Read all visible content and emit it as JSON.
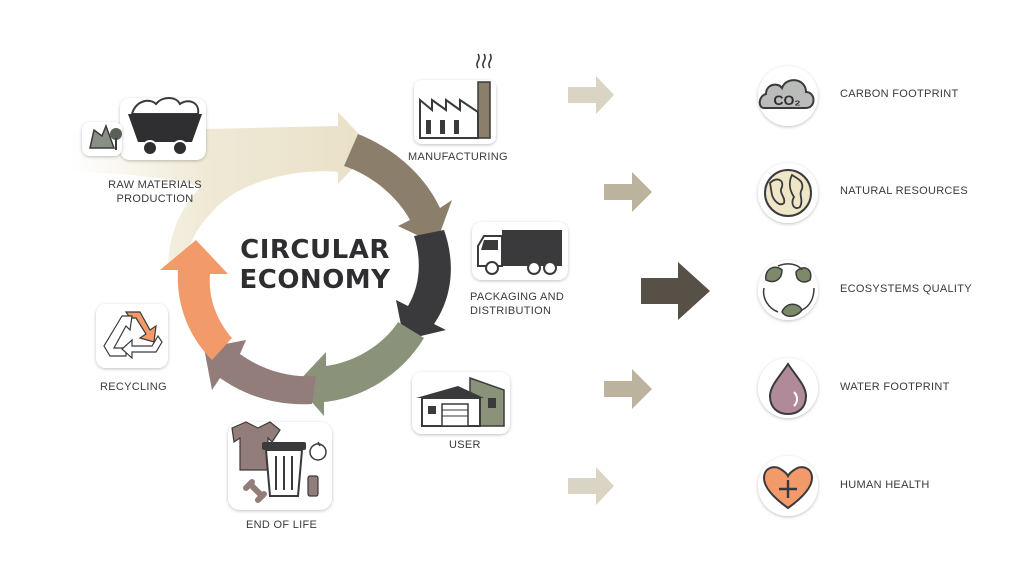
{
  "center": {
    "line1": "CIRCULAR",
    "line2": "ECONOMY"
  },
  "stages": [
    {
      "id": "raw-materials",
      "line1": "RAW MATERIALS",
      "line2": "PRODUCTION"
    },
    {
      "id": "manufacturing",
      "line1": "MANUFACTURING"
    },
    {
      "id": "packaging",
      "line1": "PACKAGING AND",
      "line2": "DISTRIBUTION"
    },
    {
      "id": "user",
      "line1": "USER"
    },
    {
      "id": "end-of-life",
      "line1": "END OF LIFE"
    },
    {
      "id": "recycling",
      "line1": "RECYCLING"
    }
  ],
  "impacts": [
    {
      "id": "carbon",
      "label": "CARBON FOOTPRINT",
      "icon": "co2-cloud-icon",
      "icon_text": "CO₂"
    },
    {
      "id": "resources",
      "label": "NATURAL RESOURCES",
      "icon": "globe-icon"
    },
    {
      "id": "ecosystems",
      "label": "ECOSYSTEMS QUALITY",
      "icon": "leaves-cycle-icon"
    },
    {
      "id": "water",
      "label": "WATER FOOTPRINT",
      "icon": "water-drop-icon"
    },
    {
      "id": "health",
      "label": "HUMAN HEALTH",
      "icon": "heart-plus-icon"
    }
  ],
  "colors": {
    "cream": "#e9e0c7",
    "taupe": "#8b7f6c",
    "charcoal": "#3a3a3c",
    "sage": "#8a9379",
    "mauve": "#927d7b",
    "peach": "#f39a6a",
    "arrow_light": "#d9d4c3",
    "arrow_mid": "#bcb39f",
    "arrow_dark": "#575046"
  }
}
